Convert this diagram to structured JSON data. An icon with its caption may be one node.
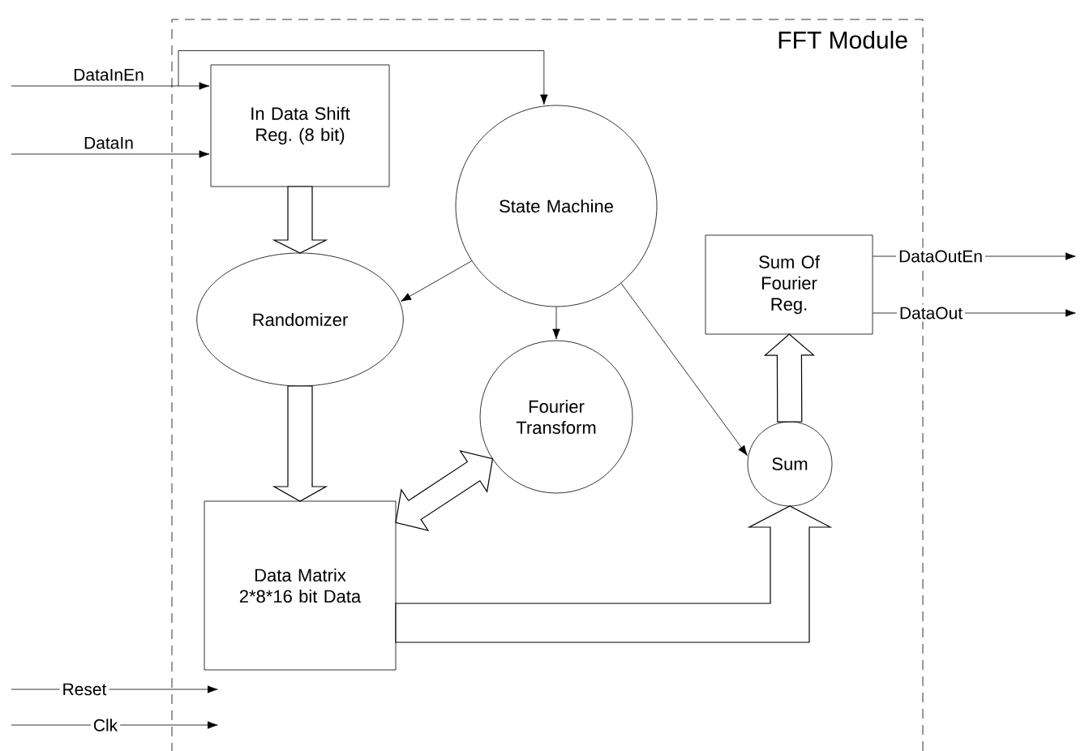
{
  "diagram": {
    "nodes": [
      {
        "text": [
          "FFT Module"
        ]
      },
      {
        "text": [
          "In Data Shift Reg. (8 bit)"
        ],
        "in": 0
      },
      {
        "text": [
          "State Machine"
        ],
        "in": 0
      },
      {
        "text": [
          "Randomizer"
        ],
        "in": 0
      },
      {
        "text": [
          "Fourier Transform"
        ],
        "in": 0
      },
      {
        "text": [
          "Sum"
        ],
        "in": 0
      },
      {
        "text": [
          "Sum Of Fourier Reg."
        ],
        "in": 0
      },
      {
        "text": [
          "Data Matrix 2*8*16 bit Data"
        ],
        "in": 0
      }
    ],
    "edges": [
      {
        "from": null,
        "to": 1,
        "arrow": "to",
        "label": "DataInEn"
      },
      {
        "from": null,
        "to": 2,
        "arrow": "to"
      },
      {
        "from": null,
        "to": 1,
        "arrow": "to",
        "label": "DataIn"
      },
      {
        "from": 6,
        "to": null,
        "arrow": "to",
        "label": "DataOutEn"
      },
      {
        "from": 6,
        "to": null,
        "arrow": "to",
        "label": "DataOut"
      },
      {
        "from": 1,
        "to": 3,
        "arrow": "to",
        "style": "thick"
      },
      {
        "from": 3,
        "to": 7,
        "arrow": "to",
        "style": "thick"
      },
      {
        "from": 7,
        "to": 4,
        "arrow": "both",
        "style": "thick"
      },
      {
        "from": 7,
        "to": 5,
        "arrow": "to",
        "style": "thick"
      },
      {
        "from": 5,
        "to": 6,
        "arrow": "to",
        "style": "thick"
      },
      {
        "from": 2,
        "to": 3,
        "arrow": "to"
      },
      {
        "from": 2,
        "to": 4,
        "arrow": "to"
      },
      {
        "from": 2,
        "to": 5,
        "arrow": "to"
      }
    ],
    "labels": [
      "Reset",
      "Clk"
    ]
  }
}
